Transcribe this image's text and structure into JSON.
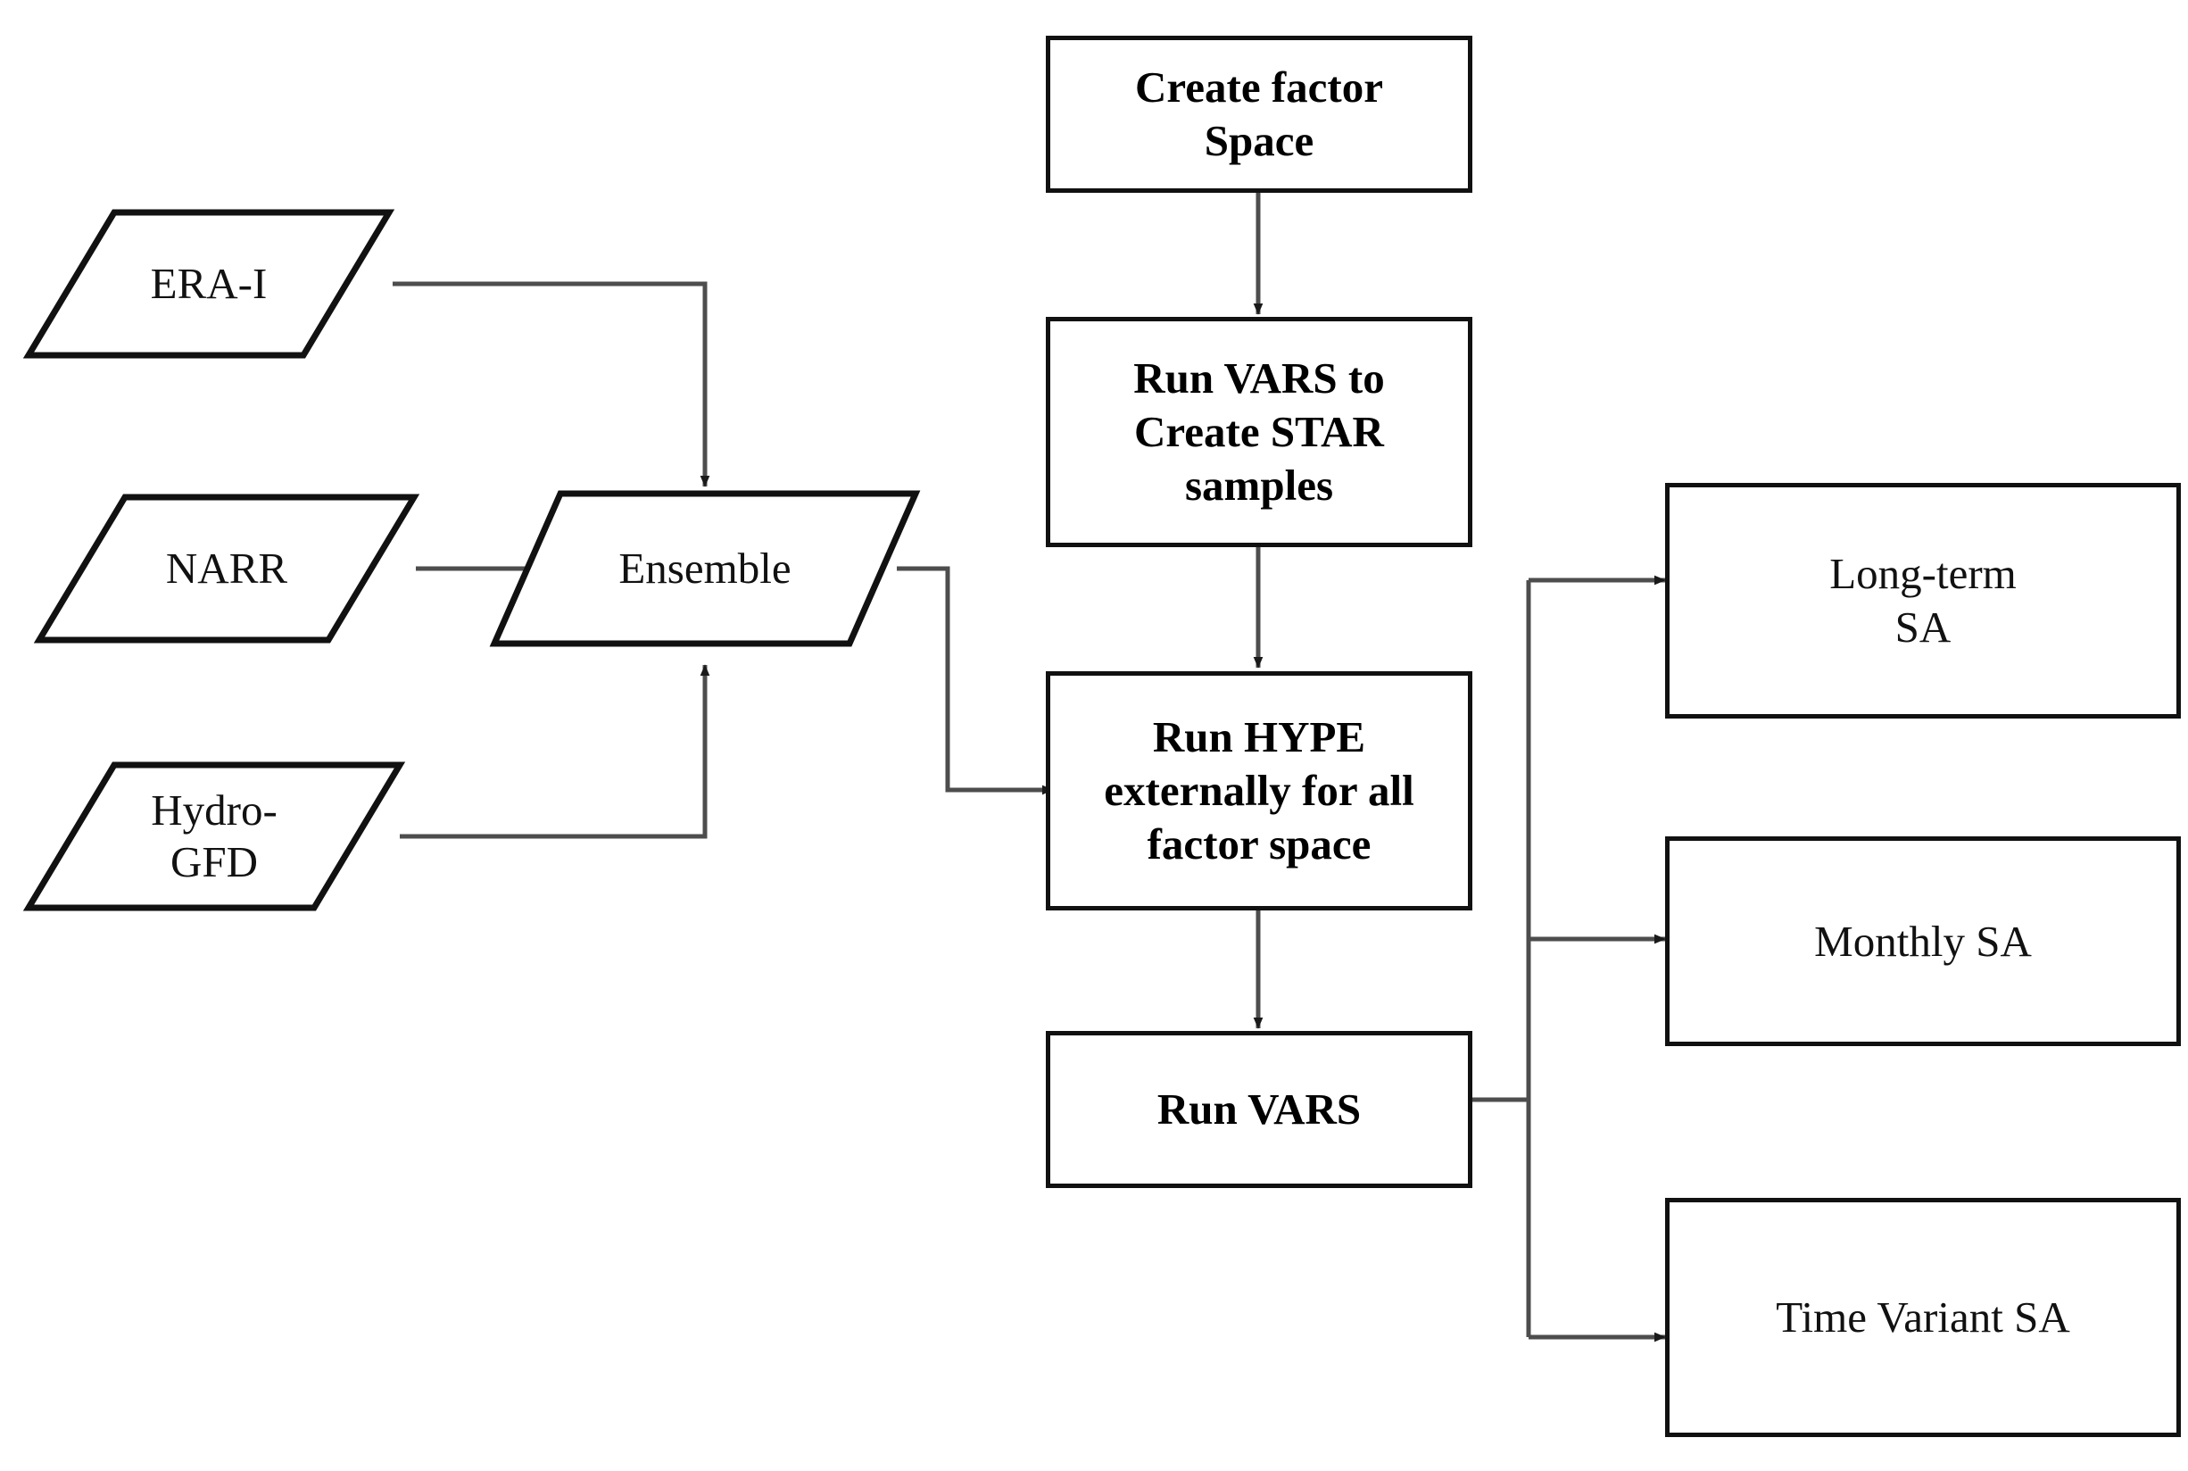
{
  "diagram": {
    "title": "VARS sensitivity analysis workflow",
    "type": "flowchart",
    "background_color": "#ffffff",
    "stroke_color": "#111111",
    "wire_color": "#4d4d4d"
  },
  "data_nodes": [
    {
      "id": "era_i",
      "label": "ERA-I",
      "shape": "parallelogram"
    },
    {
      "id": "narr",
      "label": "NARR",
      "shape": "parallelogram"
    },
    {
      "id": "hydro_gfd",
      "label": "Hydro-\nGFD",
      "shape": "parallelogram"
    },
    {
      "id": "ensemble",
      "label": "Ensemble",
      "shape": "parallelogram"
    }
  ],
  "process_nodes": [
    {
      "id": "create_factor_space",
      "label": "Create factor\nSpace",
      "shape": "rectangle",
      "emphasis": "bold"
    },
    {
      "id": "run_vars_star",
      "label": "Run VARS to\nCreate STAR\nsamples",
      "shape": "rectangle",
      "emphasis": "bold"
    },
    {
      "id": "run_hype",
      "label": "Run HYPE\nexternally for all\nfactor space",
      "shape": "rectangle",
      "emphasis": "bold"
    },
    {
      "id": "run_vars",
      "label": "Run VARS",
      "shape": "rectangle",
      "emphasis": "bold"
    }
  ],
  "result_nodes": [
    {
      "id": "long_term_sa",
      "label": "Long-term\nSA",
      "shape": "rectangle",
      "emphasis": "normal"
    },
    {
      "id": "monthly_sa",
      "label": "Monthly SA",
      "shape": "rectangle",
      "emphasis": "normal"
    },
    {
      "id": "time_variant_sa",
      "label": "Time Variant SA",
      "shape": "rectangle",
      "emphasis": "normal"
    }
  ],
  "edges": [
    {
      "from": "era_i",
      "to": "ensemble",
      "arrow": true
    },
    {
      "from": "narr",
      "to": "ensemble",
      "arrow": true
    },
    {
      "from": "hydro_gfd",
      "to": "ensemble",
      "arrow": true
    },
    {
      "from": "ensemble",
      "to": "run_hype",
      "arrow": true
    },
    {
      "from": "create_factor_space",
      "to": "run_vars_star",
      "arrow": true
    },
    {
      "from": "run_vars_star",
      "to": "run_hype",
      "arrow": true
    },
    {
      "from": "run_hype",
      "to": "run_vars",
      "arrow": true
    },
    {
      "from": "run_vars",
      "to": "long_term_sa",
      "arrow": true
    },
    {
      "from": "run_vars",
      "to": "monthly_sa",
      "arrow": true
    },
    {
      "from": "run_vars",
      "to": "time_variant_sa",
      "arrow": true
    }
  ]
}
